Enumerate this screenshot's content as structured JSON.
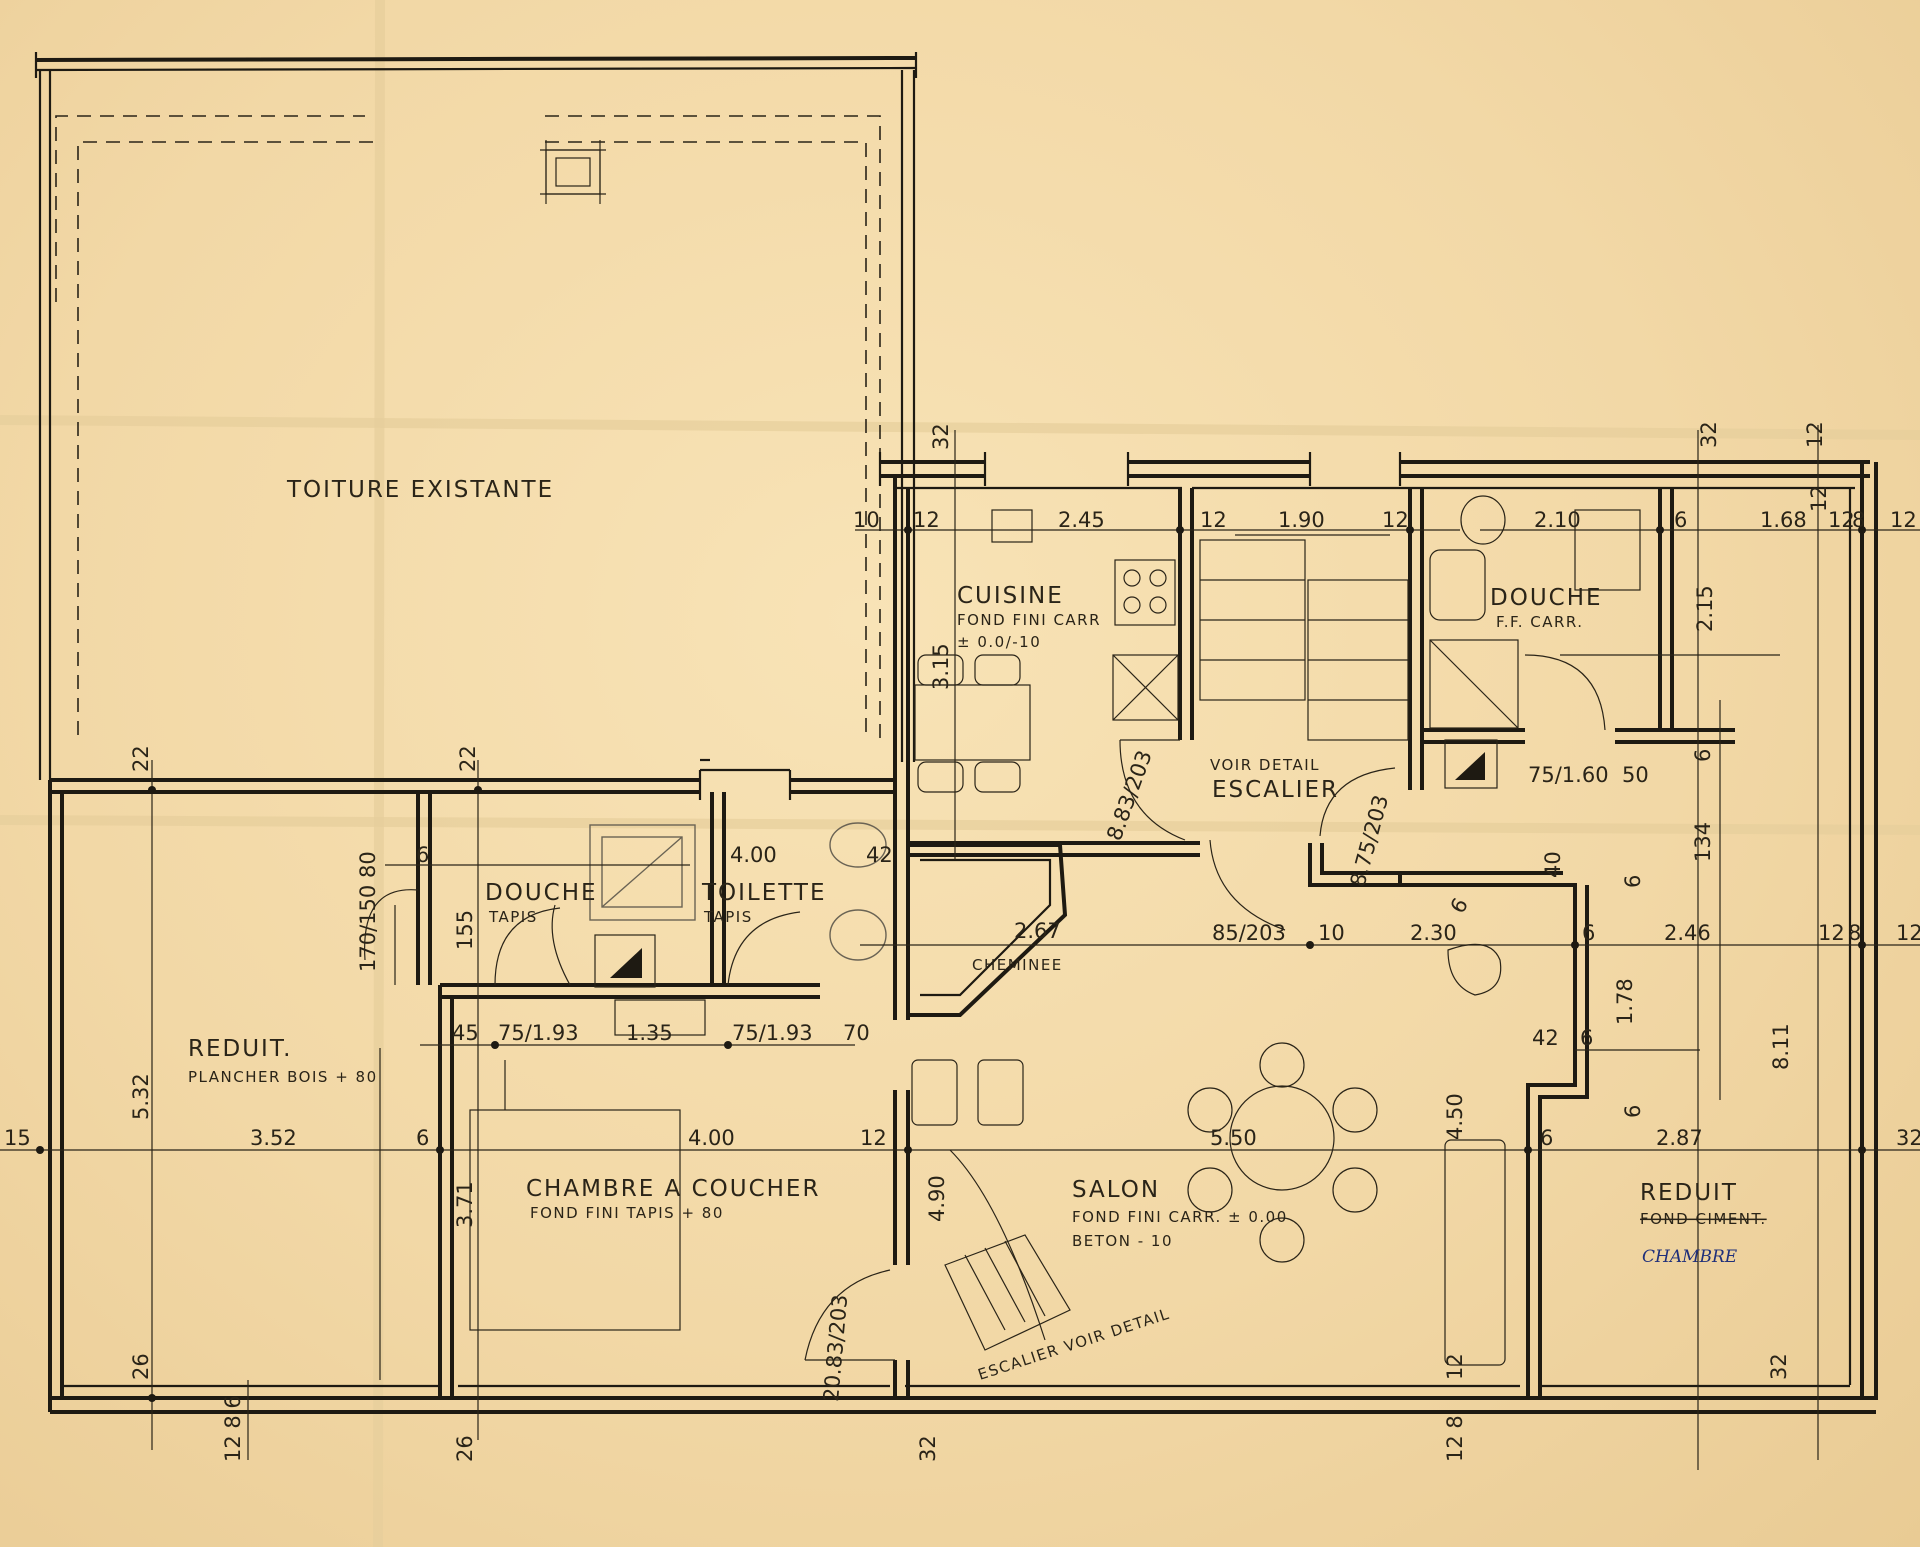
{
  "rooms": {
    "roof": "TOITURE EXISTANTE",
    "kitchen": {
      "name": "CUISINE",
      "finish": "FOND FINI CARR",
      "level": "± 0.0/-10"
    },
    "shower_right": {
      "name": "DOUCHE",
      "finish": "F.F. CARR."
    },
    "stair_note": {
      "line1": "VOIR DETAIL",
      "line2": "ESCALIER"
    },
    "shower_left": {
      "name": "DOUCHE",
      "finish": "TAPIS"
    },
    "toilet": {
      "name": "TOILETTE",
      "finish": "TAPIS"
    },
    "storage_left": {
      "name": "REDUIT.",
      "finish": "PLANCHER BOIS + 80"
    },
    "bedroom": {
      "name": "CHAMBRE A COUCHER",
      "finish": "FOND FINI TAPIS + 80"
    },
    "fireplace": "CHEMINEE",
    "living": {
      "name": "SALON",
      "finish": "FOND FINI CARR. ± 0.00",
      "structure": "BETON - 10"
    },
    "stair_detail": "ESCALIER VOIR DETAIL",
    "storage_right": {
      "name": "REDUIT",
      "finish": "FOND CIMENT.",
      "handwritten": "CHAMBRE"
    }
  },
  "dimensions": {
    "d32_top": "32",
    "d10": "10",
    "d12_a": "12",
    "d245": "2.45",
    "d12_b": "12",
    "d190": "1.90",
    "d12_c": "12",
    "d210": "2.10",
    "d6_a": "6",
    "d168": "1.68",
    "d12_d": "12",
    "d8_a": "8",
    "d12_e": "12",
    "d32_r": "32",
    "d12_r": "12",
    "d12_r2": "12",
    "d215": "2.15",
    "d315": "3.15",
    "d83_203_a": "8.83/203",
    "d75_160": "75/1.60",
    "d50": "50",
    "d6_b": "6",
    "d134": "134",
    "d22_a": "22",
    "d22_b": "22",
    "d6_c": "6",
    "d400_a": "4.00",
    "d42": "42",
    "d75_203": "8.75/203",
    "d40": "40",
    "d6_d": "6",
    "d170_150": "170/150",
    "d80": "80",
    "d155": "155",
    "d267": "2.67",
    "d85_203": "85/203",
    "d10_b": "10",
    "d230": "2.30",
    "d6_e": "6",
    "d6_f": "6",
    "d246": "2.46",
    "d12_f": "12",
    "d8_b": "8",
    "d12_g": "12",
    "d6_g": "6",
    "d45": "45",
    "d75_193_a": "75/1.93",
    "d135": "1.35",
    "d75_193_b": "75/1.93",
    "d70": "70",
    "d178": "1.78",
    "d42_b": "42",
    "d6_h": "6",
    "d6_i": "6",
    "d532": "5.32",
    "d811": "8.11",
    "d15": "15",
    "d352": "3.52",
    "d6_j": "6",
    "d400_b": "4.00",
    "d12_h": "12",
    "d550": "5.50",
    "d450": "4.50",
    "d6_k": "6",
    "d287": "2.87",
    "d32_c": "32",
    "d371": "3.71",
    "d490": "4.90",
    "d83_203_b": "20.83/203",
    "d26_a": "26",
    "d128_6": "12 8 6",
    "d26_b": "26",
    "d32_d": "32",
    "d12_8": "12 8",
    "d12_i": "12",
    "d32_e": "32"
  }
}
